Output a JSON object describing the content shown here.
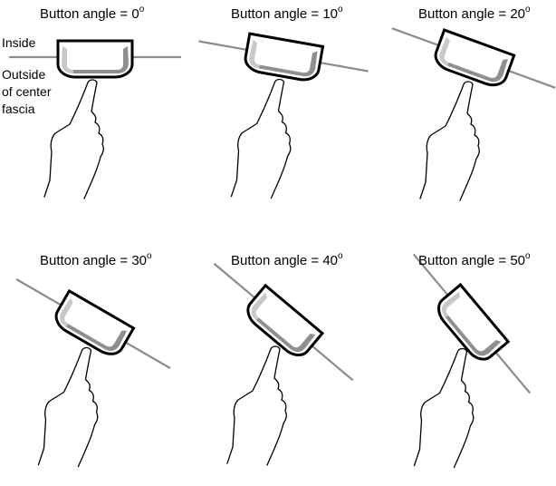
{
  "panels": [
    {
      "title_prefix": "Button angle = ",
      "angle": "0",
      "degree_sign": "o"
    },
    {
      "title_prefix": "Button angle = ",
      "angle": "10",
      "degree_sign": "o"
    },
    {
      "title_prefix": "Button angle = ",
      "angle": "20",
      "degree_sign": "o"
    },
    {
      "title_prefix": "Button angle = ",
      "angle": "30",
      "degree_sign": "o"
    },
    {
      "title_prefix": "Button angle = ",
      "angle": "40",
      "degree_sign": "o"
    },
    {
      "title_prefix": "Button angle = ",
      "angle": "50",
      "degree_sign": "o"
    }
  ],
  "labels": {
    "inside": "Inside",
    "outside_line1": "Outside",
    "outside_line2": "of center",
    "outside_line3": "fascia"
  },
  "colors": {
    "fascia_line": "#8c8c8c",
    "button_outline": "#000000",
    "button_fill": "#ffffff",
    "bevel_light": "#c8c8c8",
    "bevel_dark": "#8f8f8f"
  }
}
